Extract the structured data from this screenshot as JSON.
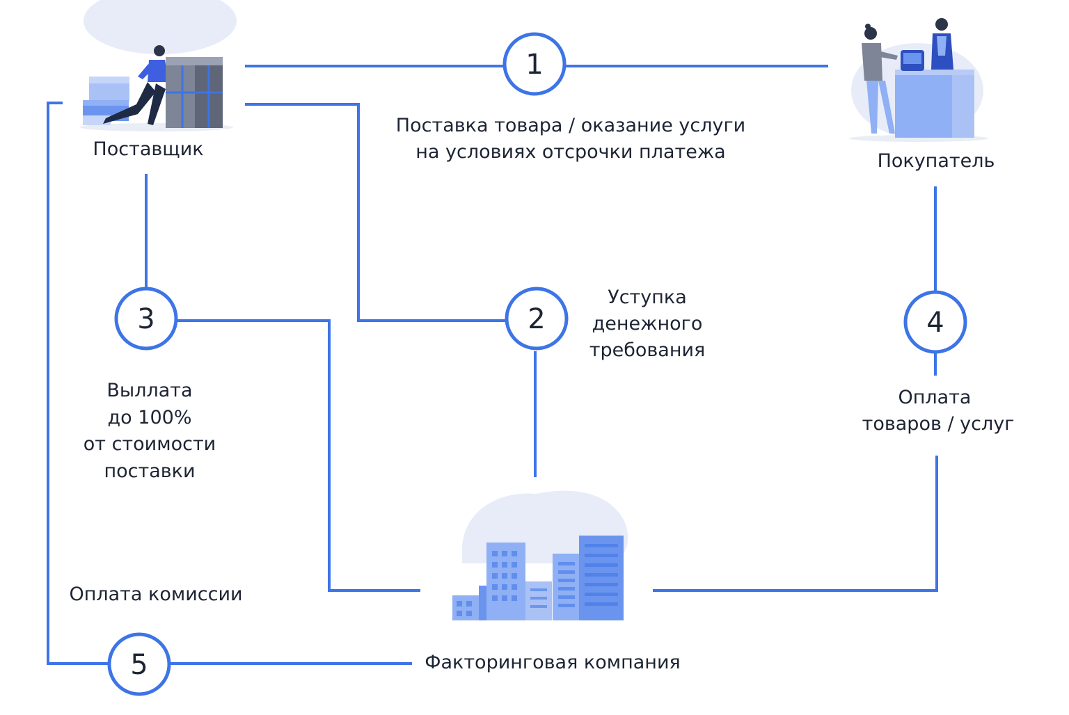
{
  "colors": {
    "line": "#3d74e6",
    "accent_light": "#8fb0f4",
    "accent_mid": "#6b94ee",
    "blob": "#e7ecf8",
    "text": "#1d2433"
  },
  "nodes": {
    "supplier": {
      "label": "Поставщик",
      "illustration": "worker-pushing-boxes-icon"
    },
    "buyer": {
      "label": "Покупатель",
      "illustration": "shop-counter-customer-seller-icon"
    },
    "factor": {
      "label": "Факторинговая компания",
      "illustration": "city-buildings-icon"
    }
  },
  "steps": [
    {
      "number": "1",
      "text_lines": [
        "Поставка товара / оказание услуги",
        "на условиях отсрочки платежа"
      ]
    },
    {
      "number": "2",
      "text_lines": [
        "Уступка",
        "денежного",
        "требования"
      ]
    },
    {
      "number": "3",
      "text_lines": [
        "Выллата",
        "до 100%",
        "от стоимости",
        "поставки"
      ]
    },
    {
      "number": "4",
      "text_lines": [
        "Оплата",
        "товаров / услуг"
      ]
    },
    {
      "number": "5",
      "text_lines": [
        "Оплата комиссии"
      ]
    }
  ]
}
